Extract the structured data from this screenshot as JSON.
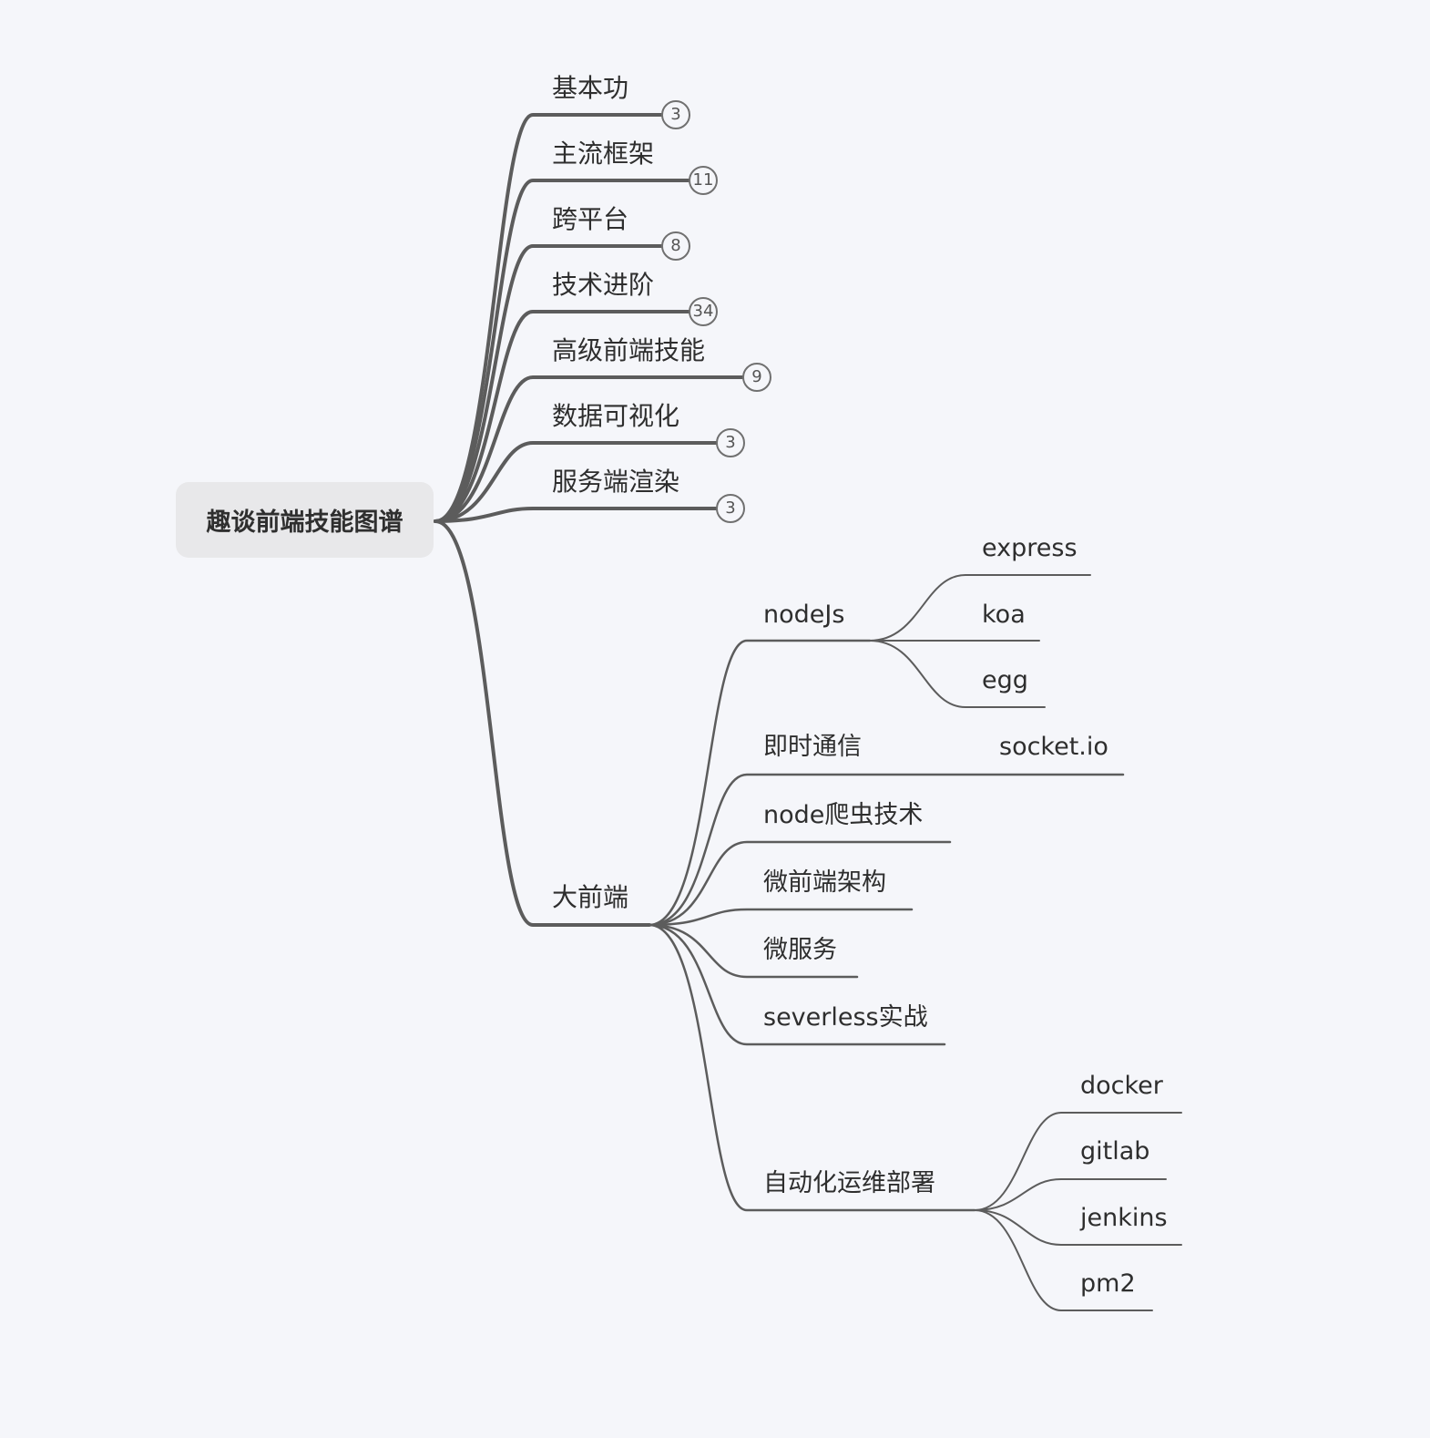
{
  "root": "趣谈前端技能图谱",
  "branches": [
    {
      "label": "基本功",
      "count": "3"
    },
    {
      "label": "主流框架",
      "count": "11"
    },
    {
      "label": "跨平台",
      "count": "8"
    },
    {
      "label": "技术进阶",
      "count": "34"
    },
    {
      "label": "高级前端技能",
      "count": "9"
    },
    {
      "label": "数据可视化",
      "count": "3"
    },
    {
      "label": "服务端渲染",
      "count": "3"
    }
  ],
  "big_frontend": {
    "label": "大前端",
    "children": [
      {
        "label": "nodeJs",
        "children": [
          "express",
          "koa",
          "egg"
        ]
      },
      {
        "label": "即时通信",
        "children": [
          "socket.io"
        ]
      },
      {
        "label": "node爬虫技术"
      },
      {
        "label": "微前端架构"
      },
      {
        "label": "微服务"
      },
      {
        "label": "severless实战"
      },
      {
        "label": "自动化运维部署",
        "children": [
          "docker",
          "gitlab",
          "jenkins",
          "pm2"
        ]
      }
    ]
  }
}
